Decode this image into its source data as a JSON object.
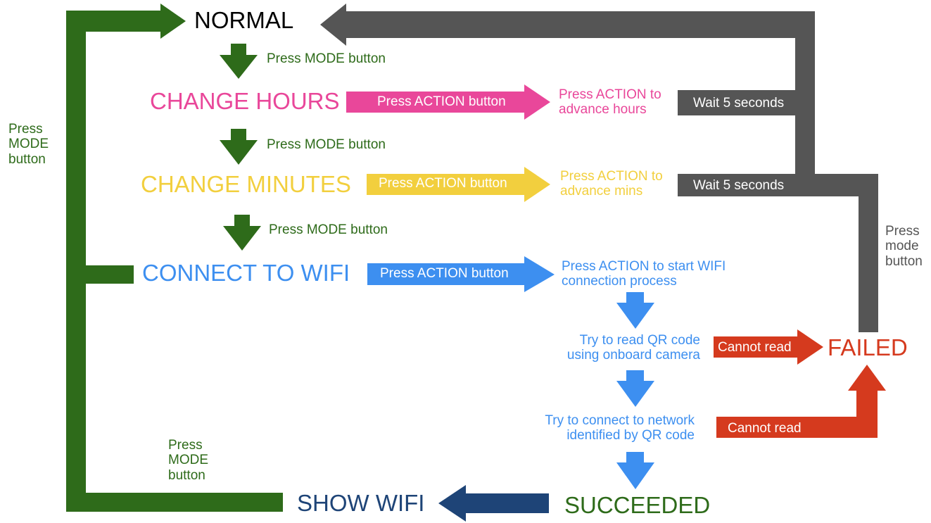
{
  "states": {
    "normal": "NORMAL",
    "change_hours": "CHANGE HOURS",
    "change_minutes": "CHANGE MINUTES",
    "connect_wifi": "CONNECT TO WIFI",
    "failed": "FAILED",
    "succeeded": "SUCCEEDED",
    "show_wifi": "SHOW WIFI"
  },
  "labels": {
    "press_mode_1": "Press MODE button",
    "press_mode_2": "Press MODE button",
    "press_mode_3": "Press MODE button",
    "press_mode_left": "Press\nMODE\nbutton",
    "press_mode_bottom": "Press\nMODE\nbutton",
    "press_mode_right": "Press\nmode\nbutton",
    "press_action_hours": "Press ACTION button",
    "press_action_mins": "Press ACTION button",
    "press_action_wifi": "Press ACTION button",
    "advance_hours": "Press ACTION to\nadvance hours",
    "advance_mins": "Press ACTION to\nadvance mins",
    "start_wifi": "Press ACTION to start WIFI\nconnection process",
    "read_qr": "Try to read QR code\nusing onboard camera",
    "connect_network": "Try to connect to network\nidentified by QR code",
    "wait_5_1": "Wait 5 seconds",
    "wait_5_2": "Wait 5 seconds",
    "cannot_read_1": "Cannot read",
    "cannot_read_2": "Cannot read"
  },
  "colors": {
    "green": "#2e6b1a",
    "pink": "#e9479a",
    "yellow": "#f2cf3e",
    "blue": "#3d8ff0",
    "navy": "#1e4477",
    "red": "#d53a1e",
    "gray": "#555555"
  }
}
